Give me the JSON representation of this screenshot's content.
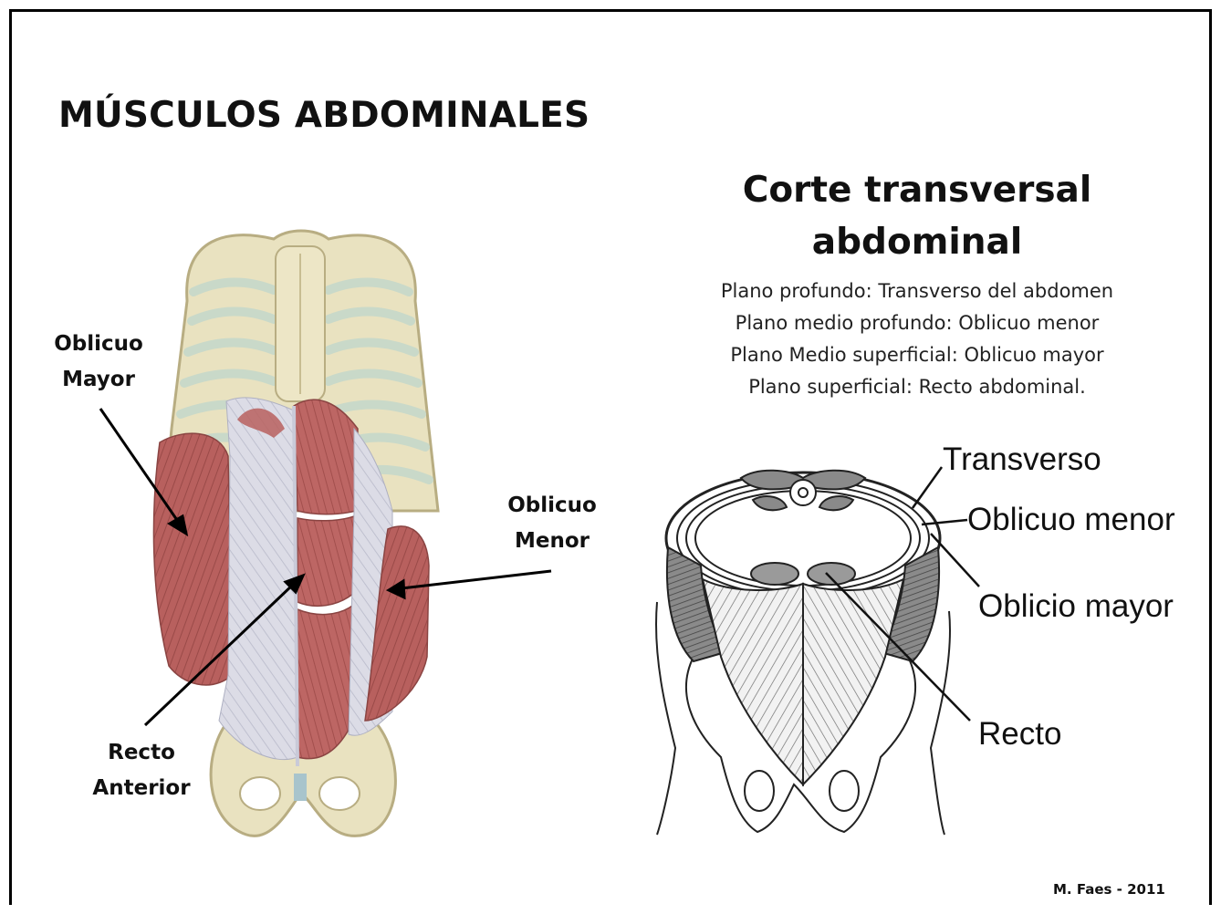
{
  "title": "MÚSCULOS ABDOMINALES",
  "left_figure": {
    "labels": {
      "oblique_major": [
        "Oblicuo",
        "Mayor"
      ],
      "oblique_minor": [
        "Oblicuo",
        "Menor"
      ],
      "rectus": [
        "Recto",
        "Anterior"
      ]
    }
  },
  "right_panel": {
    "title_lines": [
      "Corte transversal",
      "abdominal"
    ],
    "planes": [
      "Plano profundo: Transverso del abdomen",
      "Plano medio profundo: Oblicuo menor",
      "Plano Medio superficial: Oblicuo mayor",
      "Plano superficial: Recto abdominal."
    ],
    "diagram_labels": {
      "transverse": "Transverso",
      "oblique_minor": "Oblicuo menor",
      "oblique_major": "Oblicio mayor",
      "rectus": "Recto"
    }
  },
  "credit": "M. Faes - 2011",
  "colors": {
    "bone": "#e9e2c0",
    "bone_outline": "#b8ad82",
    "muscle": "#b8605e",
    "muscle_dark": "#9a4a48",
    "aponeurosis": "#d9d9e4",
    "diagram_gray": "#7a7a7a"
  }
}
